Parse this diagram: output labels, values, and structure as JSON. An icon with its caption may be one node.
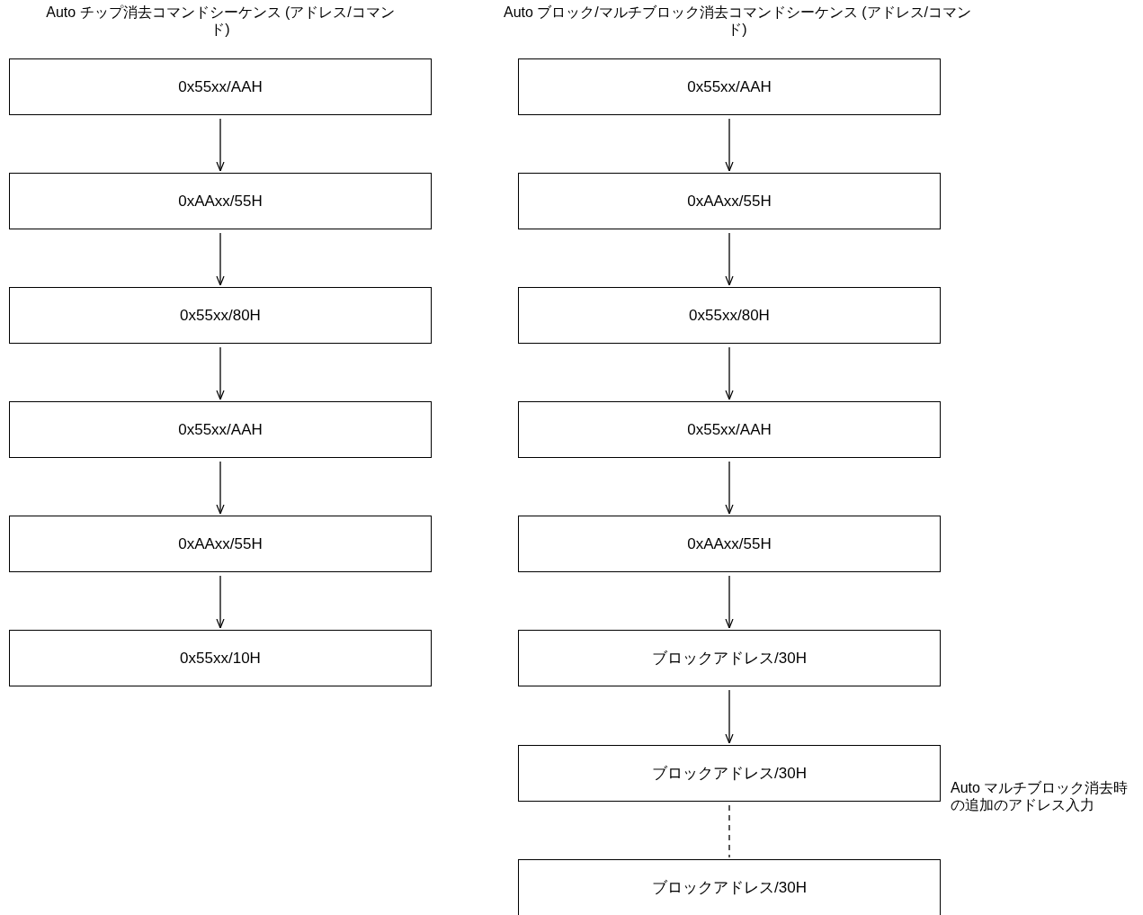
{
  "diagram": {
    "nodes": [
      {
        "text": [
          "0x55xx/AAH"
        ]
      },
      {
        "text": [
          "0xAAxx/55H"
        ]
      },
      {
        "text": [
          "0x55xx/80H"
        ]
      },
      {
        "text": [
          "0x55xx/AAH"
        ]
      },
      {
        "text": [
          "0xAAxx/55H"
        ]
      },
      {
        "text": [
          "0x55xx/10H"
        ]
      },
      {
        "text": [
          "0x55xx/AAH"
        ]
      },
      {
        "text": [
          "0xAAxx/55H"
        ]
      },
      {
        "text": [
          "0x55xx/80H"
        ]
      },
      {
        "text": [
          "0x55xx/AAH"
        ]
      },
      {
        "text": [
          "0xAAxx/55H"
        ]
      },
      {
        "text": [
          "ブロックアドレス/30H"
        ]
      },
      {
        "text": [
          "ブロックアドレス/30H"
        ]
      },
      {
        "text": [
          "ブロックアドレス/30H"
        ]
      }
    ],
    "edges": [
      {
        "from": 0,
        "to": 1,
        "arrow": "to"
      },
      {
        "from": 1,
        "to": 2,
        "arrow": "to"
      },
      {
        "from": 2,
        "to": 3,
        "arrow": "to"
      },
      {
        "from": 3,
        "to": 4,
        "arrow": "to"
      },
      {
        "from": 4,
        "to": 5,
        "arrow": "to"
      },
      {
        "from": 6,
        "to": 7,
        "arrow": "to"
      },
      {
        "from": 7,
        "to": 8,
        "arrow": "to"
      },
      {
        "from": 8,
        "to": 9,
        "arrow": "to"
      },
      {
        "from": 9,
        "to": 10,
        "arrow": "to"
      },
      {
        "from": 10,
        "to": 11,
        "arrow": "to"
      },
      {
        "from": 11,
        "to": 12,
        "arrow": "to"
      },
      {
        "from": 12,
        "to": 13,
        "arrow": "none",
        "style": "dashed"
      }
    ],
    "labels": [
      "Auto チップ消去コマンドシーケンス (アドレス/コマンド)",
      "Auto ブロック/マルチブロック消去コマンドシーケンス (アドレス/コマンド)",
      "Auto マルチブロック消去時の追加のアドレス入力"
    ]
  }
}
